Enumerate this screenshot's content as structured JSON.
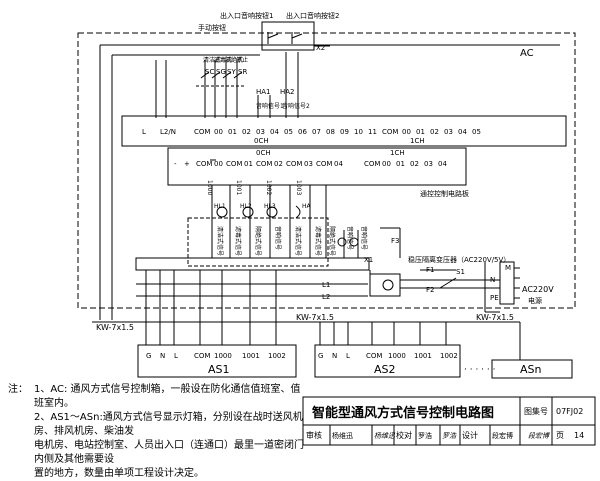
{
  "diagram": {
    "labels": {
      "ac": "AC",
      "manual_button": "手动按钮",
      "doorbell_1": "出入口音响按钮1",
      "doorbell_2": "出入口音响按钮2",
      "x2": "X2",
      "x1": "X1",
      "f1": "F1",
      "f2": "F2",
      "f3": "F3",
      "s1": "S1",
      "m": "M",
      "ac220v": "AC220V",
      "power": "电源",
      "regulator": "稳压隔离变压器（AC220V/5V）",
      "control_board": "通控控制电路板",
      "l1": "L1",
      "l2": "L2",
      "n": "N",
      "pe": "PE",
      "och_top": "0CH",
      "ich_top": "1CH",
      "och_mid": "0CH",
      "ich_mid": "1CH"
    },
    "switch_labels": [
      "SC",
      "SG",
      "SY",
      "SR"
    ],
    "switch_descriptions": [
      "清洁式",
      "滤毒式",
      "隔绝式",
      "停止"
    ],
    "bell_labels": [
      "HA1",
      "HA2"
    ],
    "bell_descriptions": [
      "音响信号1",
      "音响信号2"
    ],
    "top_terminals": [
      "L",
      "L2/N",
      "COM",
      "00",
      "01",
      "02",
      "03",
      "04",
      "05",
      "06",
      "07",
      "08",
      "09",
      "10",
      "11",
      "COM",
      "00",
      "01",
      "02",
      "03",
      "04",
      "05"
    ],
    "mid_terminals": [
      "-",
      "+",
      "COM",
      "00",
      "COM",
      "01",
      "COM",
      "02",
      "COM",
      "03",
      "COM",
      "04",
      "COM",
      "00",
      "01",
      "02",
      "03",
      "04"
    ],
    "wire_numbers": [
      "1000",
      "1001",
      "1002",
      "1003"
    ],
    "lamp_labels": [
      "HL1",
      "HL2",
      "HL3",
      "HA"
    ],
    "signal_columns": [
      "清洁式信号",
      "滤毒式信号",
      "隔绝式信号",
      "音响信号",
      "清洁式信号",
      "滤毒式信号",
      "隔绝式信号",
      "音响信号",
      "音响信号"
    ],
    "cable_labels": [
      "KW-7x1.5",
      "KW-7x1.5",
      "KW-7x1.5"
    ],
    "as_terminals": [
      "G",
      "N",
      "L",
      "COM",
      "1000",
      "1001",
      "1002"
    ],
    "as_boxes": [
      "AS1",
      "AS2",
      "ASn"
    ],
    "dots": "· · · · · ·"
  },
  "notes": {
    "label": "注：",
    "line1": "1、AC: 通风方式信号控制箱，一般设在防化通信值班室、值班室内。",
    "line2": "2、AS1～ASn:通风方式信号显示灯箱，分别设在战时送风机房、排风机房、柴油发",
    "line3": "电机房、电站控制室、人员出入口（连通口）最里一道密闭门内侧及其他需要设",
    "line4": "置的地方，数量由单项工程设计决定。"
  },
  "title_block": {
    "title": "智能型通风方式信号控制电路图",
    "atlas_label": "图集号",
    "atlas_no": "07FJ02",
    "review_label": "审核",
    "review_name": "杨维迅",
    "review_sign": "杨维迅",
    "check_label": "校对",
    "check_name": "罗浩",
    "check_sign": "罗浩",
    "design_label": "设计",
    "design_name": "段宏博",
    "design_sign": "段宏博",
    "page_label": "页",
    "page_no": "14"
  }
}
